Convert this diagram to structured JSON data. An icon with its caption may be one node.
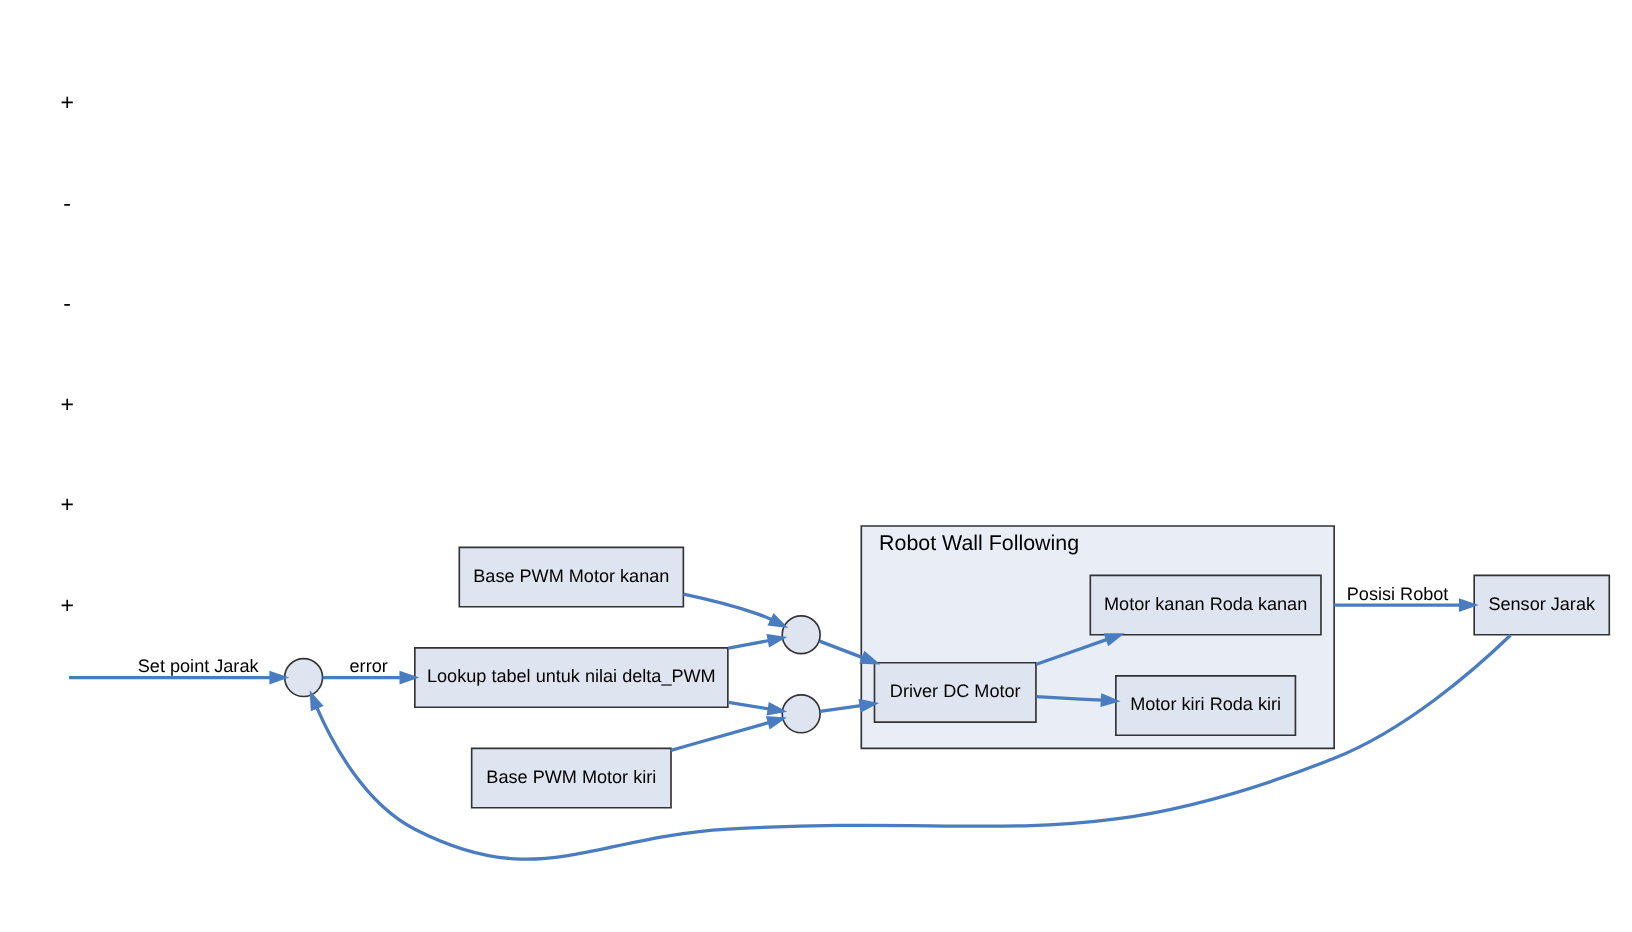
{
  "diagram": {
    "nodes": [
      {
        "text": [],
        "shape": "circle"
      },
      {
        "text": [
          "Lookup tabel untuk nilai delta_PWM"
        ]
      },
      {
        "text": [
          "Base PWM Motor kiri"
        ]
      },
      {
        "text": [],
        "shape": "circle"
      },
      {
        "text": [],
        "shape": "circle"
      },
      {
        "text": [
          "Base PWM Motor kanan"
        ]
      },
      {
        "text": [
          "Robot Wall Following"
        ]
      },
      {
        "text": [
          "Driver DC Motor"
        ],
        "in": 6
      },
      {
        "text": [
          "Motor kiri Roda kiri"
        ],
        "in": 6
      },
      {
        "text": [
          "Motor kanan Roda kanan"
        ],
        "in": 6
      },
      {
        "text": [
          "Sensor Jarak"
        ]
      }
    ],
    "edges": [
      {
        "from": null,
        "to": 0,
        "arrow": "to",
        "label": "Set point Jarak"
      },
      {
        "from": 0,
        "to": 1,
        "arrow": "to",
        "label": "error"
      },
      {
        "from": 1,
        "to": 3,
        "arrow": "to"
      },
      {
        "from": 1,
        "to": 4,
        "arrow": "to"
      },
      {
        "from": 2,
        "to": 3,
        "arrow": "to"
      },
      {
        "from": 5,
        "to": 4,
        "arrow": "to"
      },
      {
        "from": 3,
        "to": 7,
        "arrow": "to"
      },
      {
        "from": 4,
        "to": 7,
        "arrow": "to"
      },
      {
        "from": 7,
        "to": 8,
        "arrow": "to"
      },
      {
        "from": 7,
        "to": 9,
        "arrow": "to"
      },
      {
        "from": 6,
        "to": 10,
        "arrow": "to",
        "label": "Posisi Robot"
      },
      {
        "from": 10,
        "to": 0,
        "arrow": "to"
      }
    ],
    "labels": [
      "+",
      "+",
      "+",
      "-",
      "-",
      "+"
    ]
  }
}
